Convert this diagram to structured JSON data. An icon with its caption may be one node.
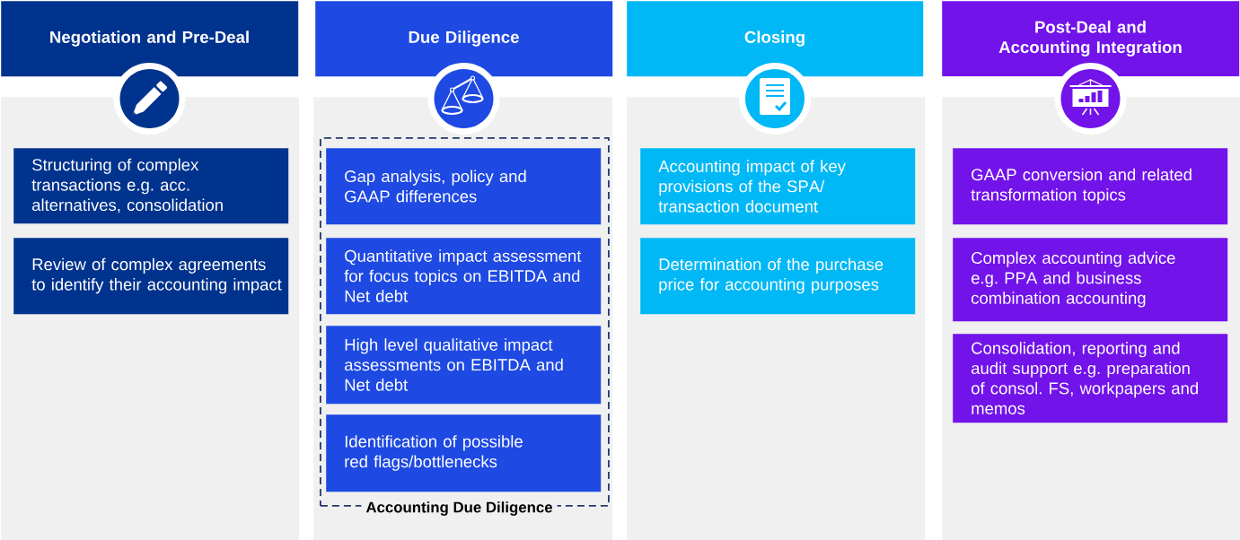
{
  "diagram": {
    "nodes": [
      {
        "text": [
          "Negotiation and Pre-Deal"
        ]
      },
      {
        "text": [],
        "shape": "box"
      },
      {
        "text": [
          "Structuring of complex transactions e.g. acc. alternatives, consolidation"
        ],
        "in": 1
      },
      {
        "text": [
          "Review of complex agreements to identify their accounting impact"
        ],
        "in": 1
      },
      {
        "text": [
          "Due Diligence"
        ]
      },
      {
        "text": [],
        "shape": "box"
      },
      {
        "text": [
          "Accounting Due Diligence"
        ],
        "in": 5
      },
      {
        "text": [
          "Gap analysis, policy and GAAP differences"
        ],
        "in": 6
      },
      {
        "text": [
          "Quantitative impact assessment for focus topics on EBITDA and Net debt"
        ],
        "in": 6
      },
      {
        "text": [
          "High level qualitative impact assessments on EBITDA and Net debt"
        ],
        "in": 6
      },
      {
        "text": [
          "Identification of possible red flags/bottlenecks"
        ],
        "in": 6
      },
      {
        "text": [
          "Closing"
        ]
      },
      {
        "text": [],
        "shape": "box"
      },
      {
        "text": [
          "Accounting impact of key provisions of the SPA/ transaction document"
        ],
        "in": 12
      },
      {
        "text": [
          "Determination of the purchase price for accounting purposes"
        ],
        "in": 12
      },
      {
        "text": [
          "Post-Deal and Accounting Integration"
        ]
      },
      {
        "text": [],
        "shape": "box"
      },
      {
        "text": [
          "GAAP conversion and related transformation topics"
        ],
        "in": 16
      },
      {
        "text": [
          "Complex accounting advice e.g. PPA and business combination accounting"
        ],
        "in": 16
      },
      {
        "text": [
          "Consolidation, reporting and audit support e.g. preparation of consol. FS, workpapers and memos"
        ],
        "in": 16
      }
    ]
  }
}
